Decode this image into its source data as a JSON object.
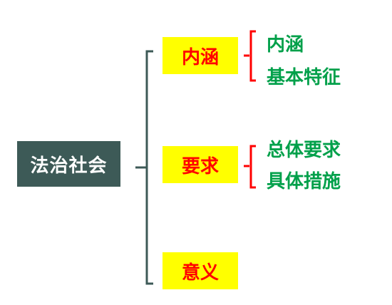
{
  "root": {
    "label": "法治社会"
  },
  "branches": [
    {
      "label": "内涵",
      "children": [
        "内涵",
        "基本特征"
      ]
    },
    {
      "label": "要求",
      "children": [
        "总体要求",
        "具体措施"
      ]
    },
    {
      "label": "意义",
      "children": []
    }
  ],
  "colors": {
    "root_bg": "#3d5a57",
    "root_text": "#ffffff",
    "branch_bg": "#ffff00",
    "branch_text": "#ff0000",
    "leaf_text": "#00a04a",
    "main_bracket": "#3d5a57",
    "sub_bracket": "#ff0000"
  }
}
